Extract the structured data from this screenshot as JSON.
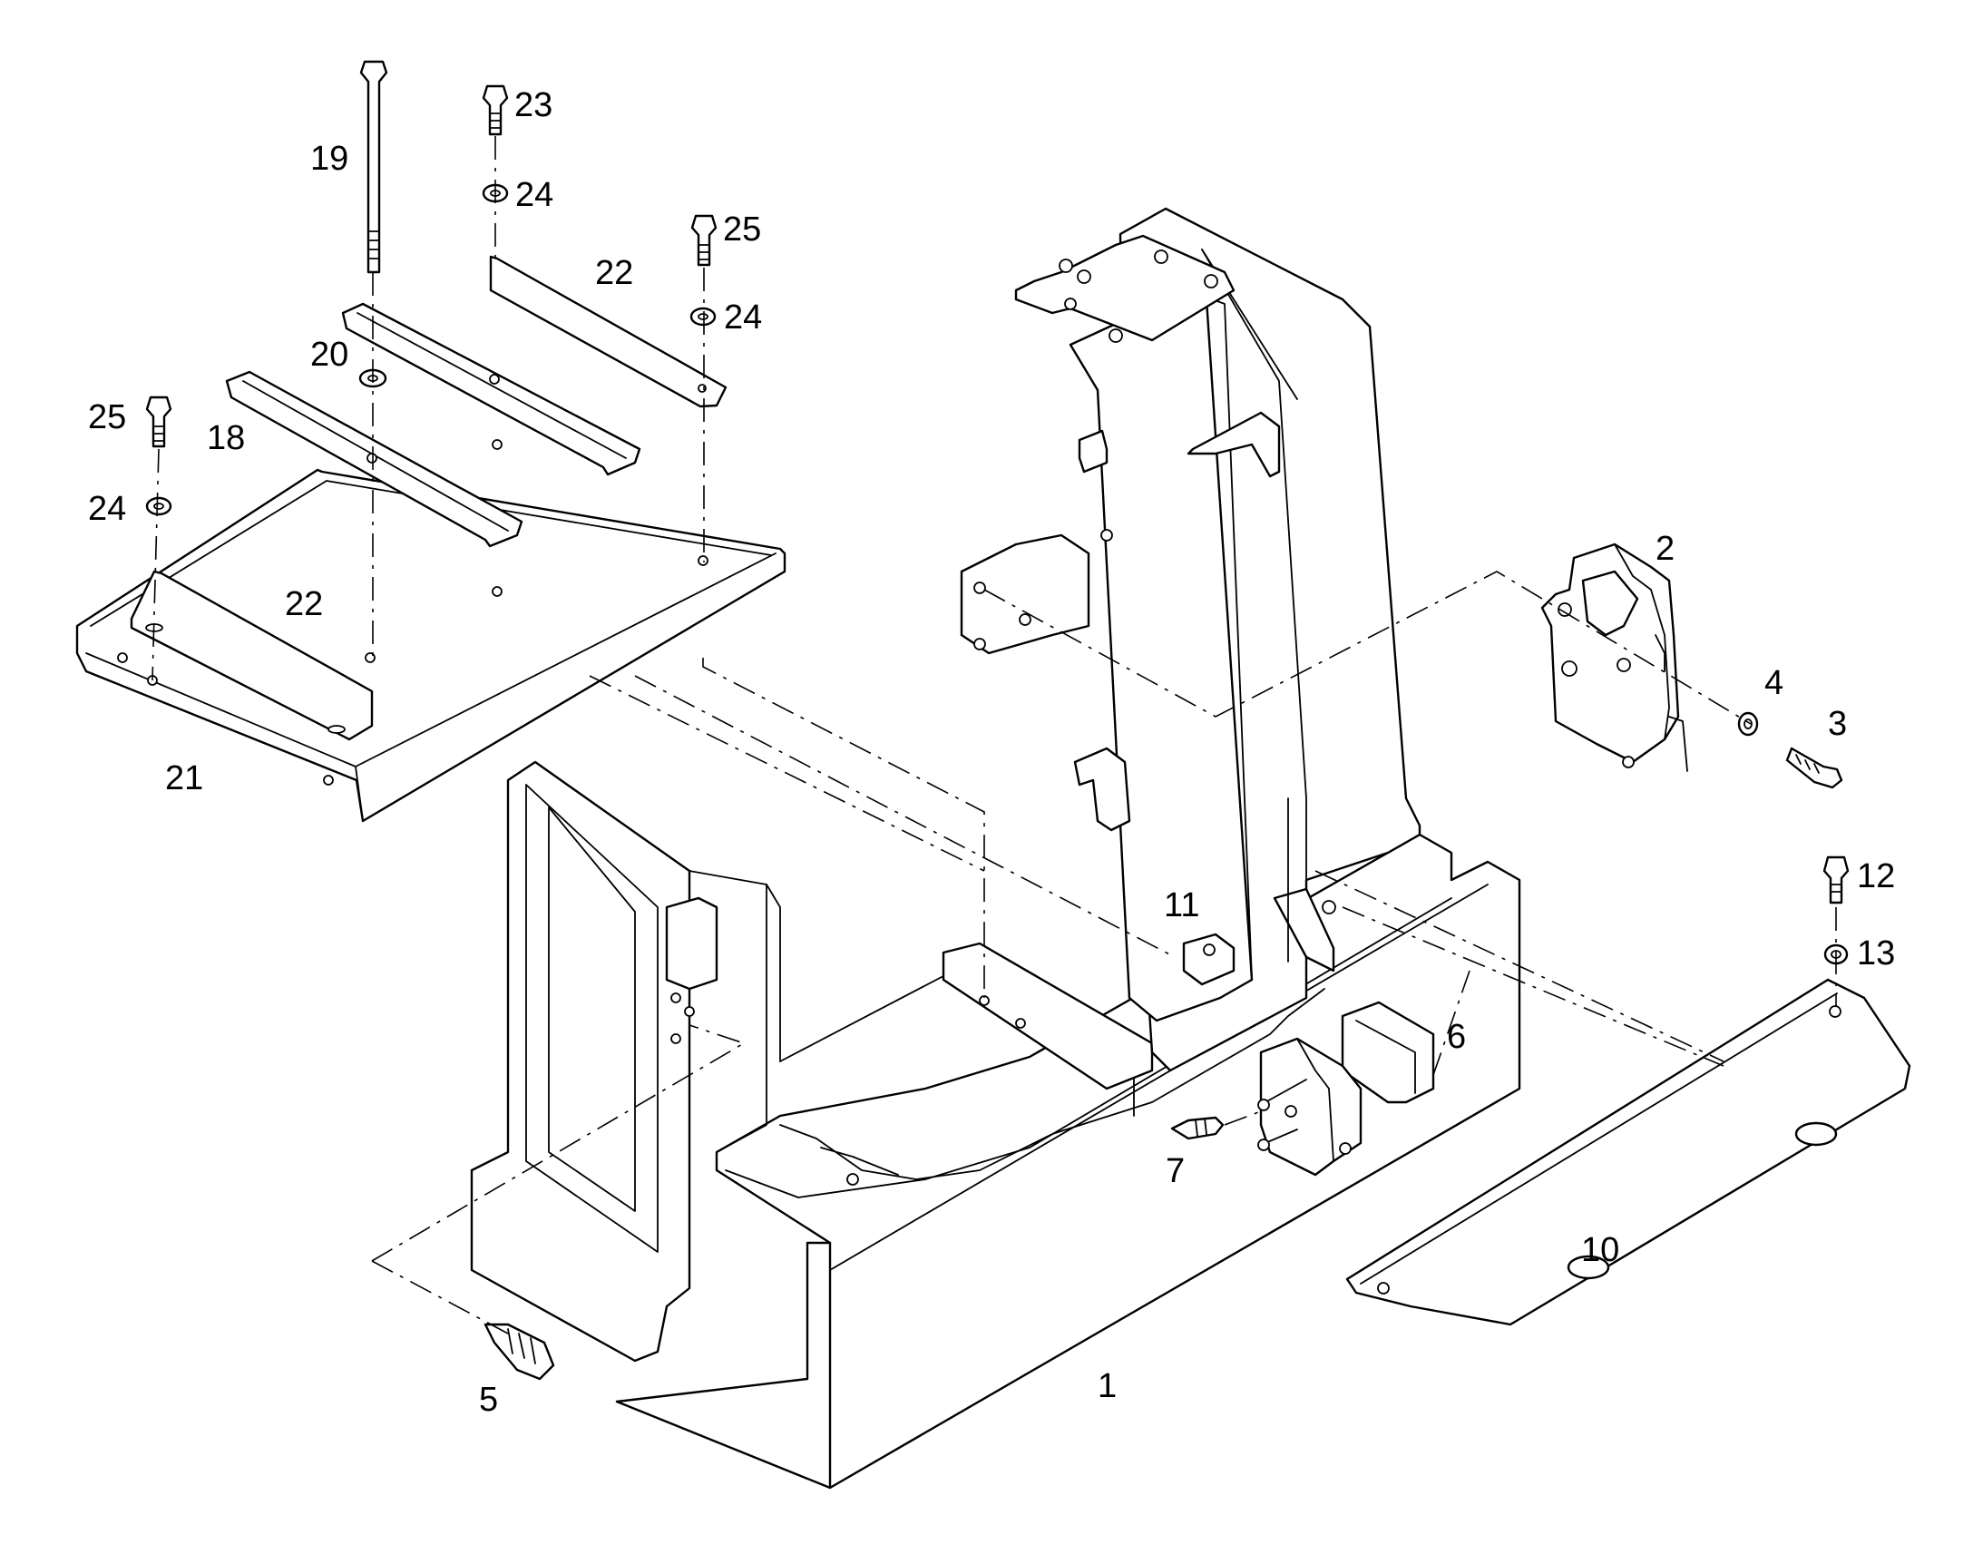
{
  "callouts": [
    {
      "id": "1",
      "label": "1"
    },
    {
      "id": "2",
      "label": "2"
    },
    {
      "id": "3",
      "label": "3"
    },
    {
      "id": "4",
      "label": "4"
    },
    {
      "id": "5",
      "label": "5"
    },
    {
      "id": "6",
      "label": "6"
    },
    {
      "id": "7",
      "label": "7"
    },
    {
      "id": "10",
      "label": "10"
    },
    {
      "id": "11",
      "label": "11"
    },
    {
      "id": "12",
      "label": "12"
    },
    {
      "id": "13",
      "label": "13"
    },
    {
      "id": "18",
      "label": "18"
    },
    {
      "id": "19",
      "label": "19"
    },
    {
      "id": "20",
      "label": "20"
    },
    {
      "id": "21",
      "label": "21"
    },
    {
      "id": "22a",
      "label": "22"
    },
    {
      "id": "22b",
      "label": "22"
    },
    {
      "id": "23",
      "label": "23"
    },
    {
      "id": "24a",
      "label": "24"
    },
    {
      "id": "24b",
      "label": "24"
    },
    {
      "id": "24c",
      "label": "24"
    },
    {
      "id": "25a",
      "label": "25"
    },
    {
      "id": "25b",
      "label": "25"
    }
  ]
}
